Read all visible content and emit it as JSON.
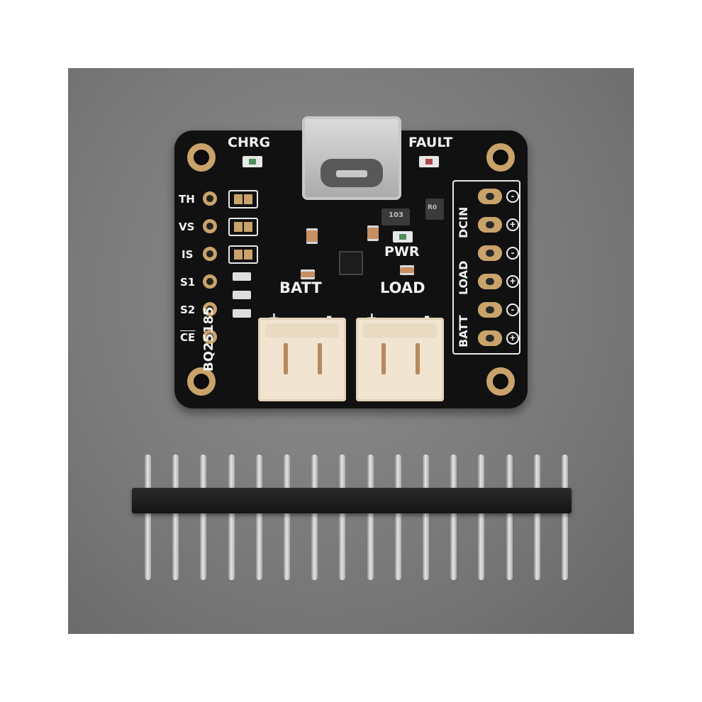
{
  "photo": {
    "background_color": "#7a7a7a",
    "board": {
      "top_labels": {
        "chrg": "CHRG",
        "fault": "FAULT",
        "pwr": "PWR"
      },
      "left_pins": [
        "TH",
        "VS",
        "IS",
        "S1",
        "S2",
        "CE"
      ],
      "connector_labels": {
        "batt": "BATT",
        "load": "LOAD"
      },
      "polarity": {
        "plus": "+",
        "minus": "-"
      },
      "chip_name": "BQ25185",
      "right_groups": [
        "DCIN",
        "LOAD",
        "BATT"
      ],
      "component_marks": {
        "inductor": "103",
        "resistor": "R0"
      }
    },
    "header": {
      "pin_count": 16
    }
  }
}
